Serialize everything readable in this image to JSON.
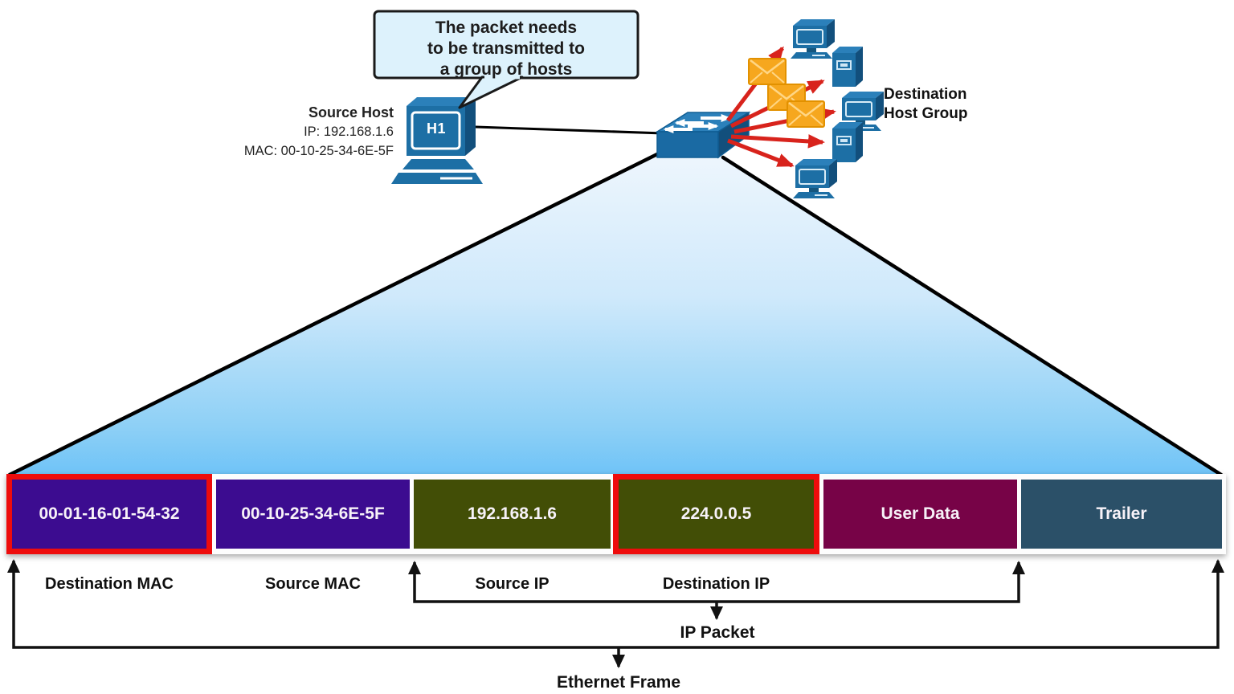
{
  "speech_bubble": {
    "lines": [
      "The packet needs",
      "to be transmitted to",
      "a group of hosts"
    ]
  },
  "source_host": {
    "title": "Source Host",
    "ip_line": "IP: 192.168.1.6",
    "mac_line": "MAC: 00-10-25-34-6E-5F",
    "device_label": "H1"
  },
  "destination_group": {
    "line1": "Destination",
    "line2": "Host Group"
  },
  "frame": {
    "fields": [
      {
        "value": "00-01-16-01-54-32",
        "label": "Destination MAC",
        "color": "#3c0c90",
        "highlighted": true
      },
      {
        "value": "00-10-25-34-6E-5F",
        "label": "Source MAC",
        "color": "#3c0c90",
        "highlighted": false
      },
      {
        "value": "192.168.1.6",
        "label": "Source IP",
        "color": "#424e06",
        "highlighted": false
      },
      {
        "value": "224.0.0.5",
        "label": "Destination IP",
        "color": "#424e06",
        "highlighted": true
      },
      {
        "value": "User Data",
        "label": "",
        "color": "#770347",
        "highlighted": false
      },
      {
        "value": "Trailer",
        "label": "",
        "color": "#2b5068",
        "highlighted": false
      }
    ],
    "highlight_border_color": "#ee0c0c"
  },
  "brackets": {
    "ip_packet": "IP Packet",
    "ethernet_frame": "Ethernet Frame"
  },
  "colors": {
    "device_blue": "#1d6fa5",
    "device_blue_top": "#2b80ba",
    "device_blue_side": "#124f7c",
    "funnel_top": "#ecf6fd",
    "funnel_bottom": "#6fc3f7",
    "red_arrow": "#d8231c",
    "envelope_fill": "#f6a71e",
    "bubble_fill": "#ddf2fc"
  }
}
